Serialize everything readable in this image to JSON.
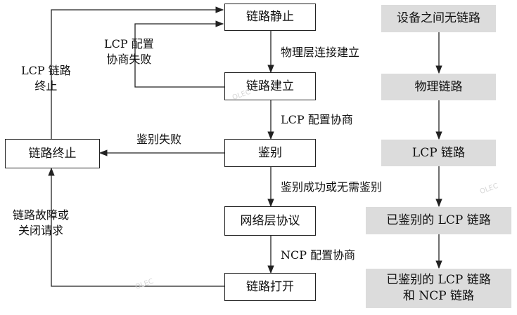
{
  "left_flow": {
    "states": {
      "dead": "链路静止",
      "establish": "链路建立",
      "authenticate": "鉴别",
      "network": "网络层协议",
      "open": "链路打开",
      "terminate": "链路终止"
    },
    "transitions": {
      "physical_up": "物理层连接建立",
      "lcp_negotiate": "LCP 配置协商",
      "auth_success_line1": "鉴别成功或无需鉴别",
      "ncp_negotiate": "NCP 配置协商",
      "auth_fail": "鉴别失败",
      "lcp_fail_line1": "LCP 配置",
      "lcp_fail_line2": "协商失败",
      "lcp_terminate_line1": "LCP 链路",
      "lcp_terminate_line2": "终止",
      "fault_line1": "链路故障或",
      "fault_line2": "关闭请求"
    }
  },
  "right_flow": {
    "step1": "设备之间无链路",
    "step2": "物理链路",
    "step3": "LCP 链路",
    "step4": "已鉴别的 LCP 链路",
    "step5_line1": "已鉴别的 LCP 链路",
    "step5_line2": "和 NCP 链路"
  },
  "watermark": "OLEC"
}
